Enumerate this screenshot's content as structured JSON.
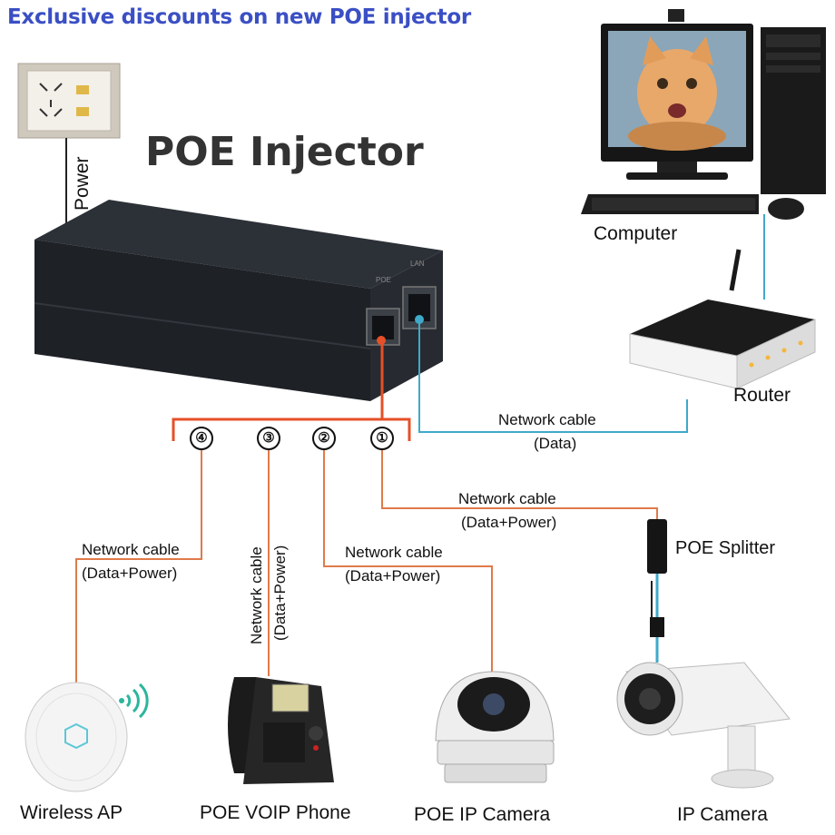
{
  "banner": "Exclusive discounts on new POE injector",
  "title": "POE Injector",
  "labels": {
    "power": "Power",
    "computer": "Computer",
    "router": "Router",
    "poe_splitter": "POE Splitter",
    "wireless_ap": "Wireless AP",
    "voip_phone": "POE VOIP Phone",
    "poe_ip_camera": "POE IP Camera",
    "ip_camera": "IP Camera",
    "port_poe": "POE",
    "port_lan": "LAN"
  },
  "cables": {
    "lan_line1": "Network cable",
    "lan_line2": "(Data)",
    "c1_line1": "Network cable",
    "c1_line2": "(Data+Power)",
    "c2_line1": "Network cable",
    "c2_line2": "(Data+Power)",
    "c3_line1": "Network cable",
    "c3_line2": "(Data+Power)",
    "c4_line1": "Network cable",
    "c4_line2": "(Data+Power)"
  },
  "ports": {
    "p1": "①",
    "p2": "②",
    "p3": "③",
    "p4": "④"
  },
  "colors": {
    "power_cable": "#e07a4a",
    "data_cable": "#3fa9c9",
    "banner": "#3b4fc4"
  }
}
